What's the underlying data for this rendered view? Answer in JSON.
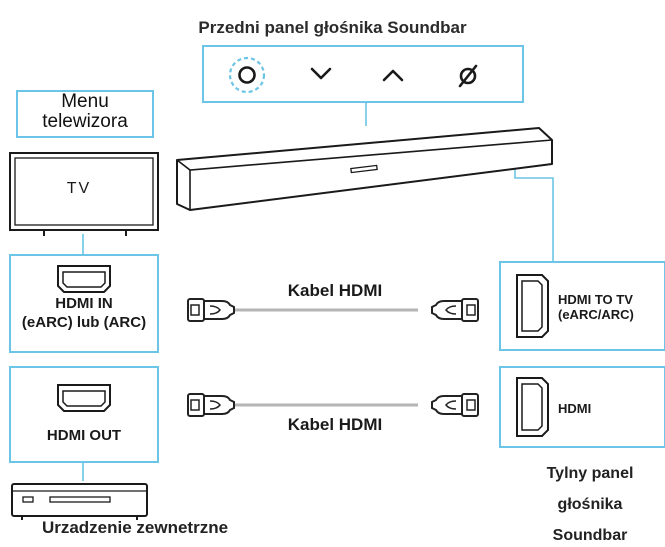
{
  "labels": {
    "front_panel_title": "Przedni panel głośnika Soundbar",
    "tv_menu_line1": "Menu",
    "tv_menu_line2": "telewizora",
    "tv_screen": "TV",
    "hdmi_in_line1": "HDMI IN",
    "hdmi_in_line2": "(eARC) lub (ARC)",
    "hdmi_out": "HDMI OUT",
    "external_device": "Urzadzenie zewnetrzne",
    "cable_top": "Kabel HDMI",
    "cable_bottom": "Kabel HDMI",
    "hdmi_to_tv_line1": "HDMI TO TV",
    "hdmi_to_tv_line2": "(eARC/ARC)",
    "hdmi_rear": "HDMI",
    "rear_panel_line1": "Tylny panel",
    "rear_panel_line2": "głośnika",
    "rear_panel_line3": "Soundbar"
  },
  "icons": {
    "front_buttons": [
      "power-source-icon",
      "volume-down-chevron-icon",
      "volume-up-chevron-icon",
      "mute-icon"
    ],
    "ports": [
      "hdmi-port-icon"
    ],
    "devices": [
      "tv-icon",
      "soundbar-icon",
      "external-device-icon",
      "hdmi-plug-icon"
    ]
  },
  "colors": {
    "accent": "#6cc4e6",
    "outline": "#222222",
    "cable": "#b5b5b5"
  }
}
